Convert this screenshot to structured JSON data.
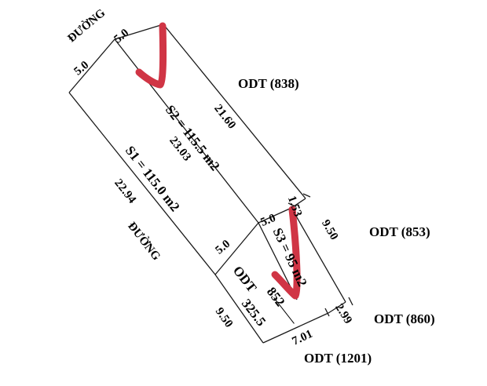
{
  "title": "Land parcel subdivision diagram",
  "colors": {
    "line": "#1a1a1a",
    "annotation_red": "#d03545",
    "background": "#ffffff"
  },
  "parcels": {
    "s1": {
      "label": "S1 = 115.0 m2",
      "area_m2": 115.0,
      "name": "S1"
    },
    "s2": {
      "label": "S2 = 115.5 m2",
      "area_m2": 115.5,
      "name": "S2"
    },
    "s3": {
      "label": "S3 = 95 m2",
      "area_m2": 95,
      "name": "S3"
    }
  },
  "central_parcel": {
    "code": "ODT",
    "number": "852",
    "area": "325.5"
  },
  "neighbors": [
    {
      "id": "odt-838",
      "label": "ODT (838)"
    },
    {
      "id": "odt-853",
      "label": "ODT (853)"
    },
    {
      "id": "odt-860",
      "label": "ODT (860)"
    },
    {
      "id": "odt-1201",
      "label": "ODT (1201)"
    }
  ],
  "roads": [
    {
      "id": "road-top-left",
      "label": "ĐƯỜNG"
    },
    {
      "id": "road-bottom-left",
      "label": "ĐƯỜNG"
    }
  ],
  "dimensions": {
    "top_left_a": "5.0",
    "top_left_b": "5.0",
    "top_edge": "21.60",
    "middle_edge": "23.03",
    "bottom_left_edge": "22.94",
    "right_upper": "1.53",
    "right_lower": "9.50",
    "bottom_right_short": "2.99",
    "bottom_right_long": "7.01",
    "bottom_edge": "9.50",
    "mid_short_upper": "5.0",
    "mid_short_lower": "5.0"
  },
  "annotations": [
    {
      "id": "check-mark-upper",
      "kind": "red-check-mark"
    },
    {
      "id": "check-mark-lower",
      "kind": "red-check-mark"
    }
  ]
}
